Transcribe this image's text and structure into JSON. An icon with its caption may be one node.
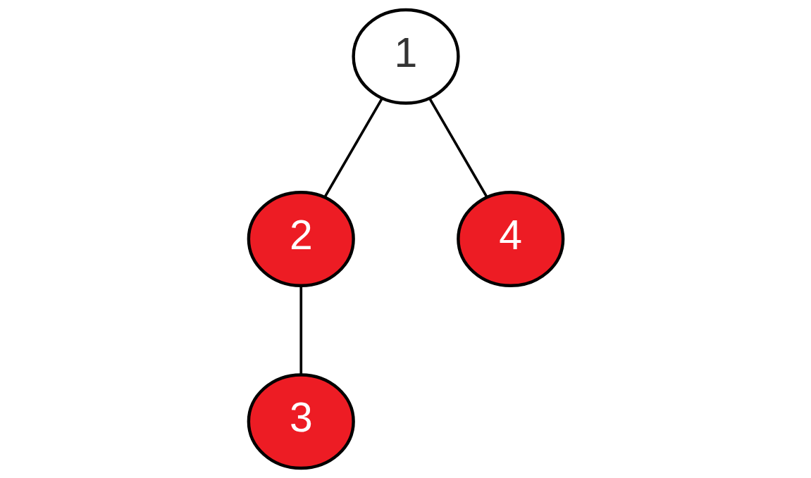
{
  "diagram": {
    "nodes": [
      {
        "text": [
          "1"
        ]
      },
      {
        "text": [
          "2"
        ]
      },
      {
        "text": [
          "3"
        ]
      },
      {
        "text": [
          "4"
        ]
      }
    ],
    "edges": [
      {
        "from": 0,
        "to": 1,
        "arrow": "none"
      },
      {
        "from": 1,
        "to": 2,
        "arrow": "none"
      },
      {
        "from": 0,
        "to": 3,
        "arrow": "none"
      }
    ]
  }
}
